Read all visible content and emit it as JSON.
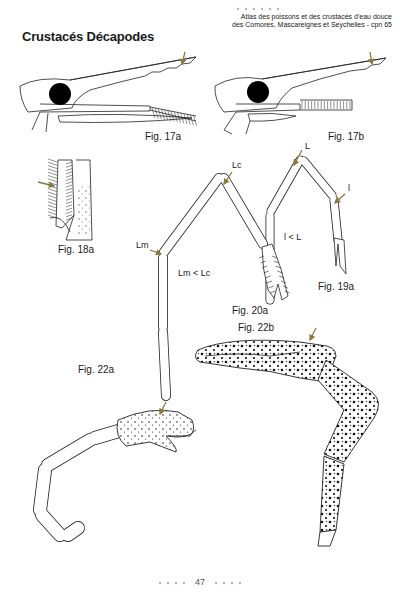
{
  "diagram": {
    "title": "Crustacés Décapodes",
    "labels": [
      "Atlas des poissons et des crustacés d'eau douce",
      "des Comores, Mascareignes et Seychelles - cpn 65",
      "Fig. 17a",
      "Fig. 17b",
      "Fig. 18a",
      "L",
      "l",
      "l < L",
      "Fig. 19a",
      "Lc",
      "Lm",
      "Lm < Lc",
      "Fig. 20a",
      "Fig. 22a",
      "Fig. 22b",
      "47"
    ]
  }
}
